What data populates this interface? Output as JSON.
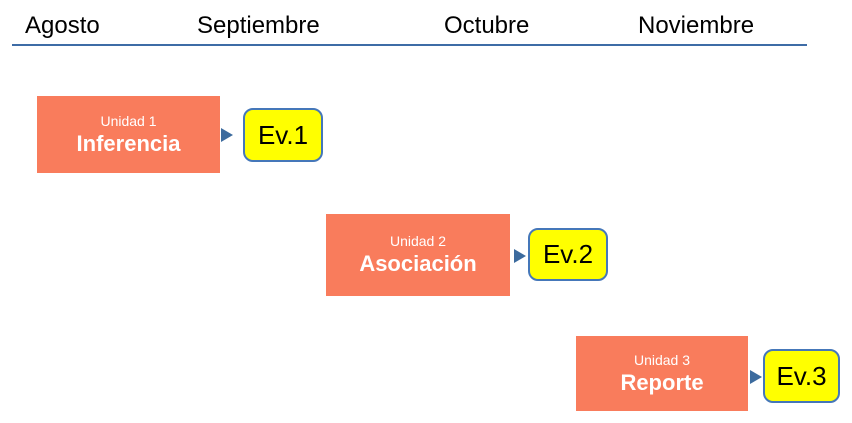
{
  "timeline_header": {
    "months": [
      {
        "label": "Agosto"
      },
      {
        "label": "Septiembre"
      },
      {
        "label": "Octubre"
      },
      {
        "label": "Noviembre"
      }
    ],
    "divider_color": "#3E6CA6"
  },
  "units": [
    {
      "subtitle": "Unidad 1",
      "title": "Inferencia",
      "event_label": "Ev.1"
    },
    {
      "subtitle": "Unidad 2",
      "title": "Asociación",
      "event_label": "Ev.2"
    },
    {
      "subtitle": "Unidad 3",
      "title": "Reporte",
      "event_label": "Ev.3"
    }
  ],
  "colors": {
    "unit_fill": "#F97C5C",
    "unit_text": "#FFFFFF",
    "event_fill": "#FFFF00",
    "event_border": "#4577B9",
    "arrow": "#3C6B9E",
    "month_text": "#000000",
    "background": "#FFFFFF"
  }
}
